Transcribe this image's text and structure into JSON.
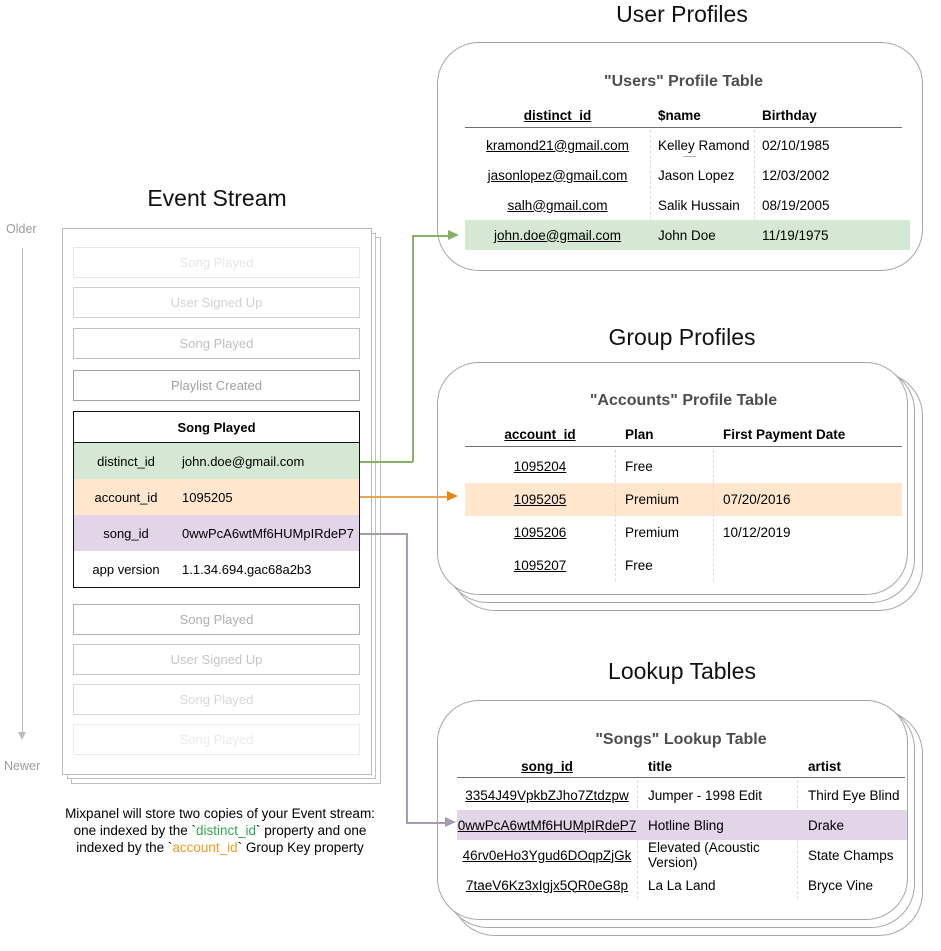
{
  "event_stream": {
    "title": "Event Stream",
    "older_label": "Older",
    "newer_label": "Newer",
    "events_before": [
      "Song Played",
      "User Signed Up",
      "Song Played",
      "Playlist Created"
    ],
    "events_after": [
      "Song Played",
      "User Signed Up",
      "Song Played",
      "Song Played"
    ],
    "expanded_event": {
      "title": "Song Played",
      "properties": [
        {
          "key": "distinct_id",
          "value": "john.doe@gmail.com",
          "highlight": "green"
        },
        {
          "key": "account_id",
          "value": "1095205",
          "highlight": "orange"
        },
        {
          "key": "song_id",
          "value": "0wwPcA6wtMf6HUMpIRdeP7",
          "highlight": "purple"
        },
        {
          "key": "app version",
          "value": "1.1.34.694.gac68a2b3",
          "highlight": "none"
        }
      ]
    }
  },
  "caption": {
    "line1": "Mixpanel will store two copies of your Event stream:",
    "line2_pre": "one indexed by the `",
    "line2_key": "distinct_id",
    "line2_post": "` property and one",
    "line3_pre": "indexed by the `",
    "line3_key": "account_id",
    "line3_post": "` Group Key property"
  },
  "user_profiles": {
    "section_title": "User Profiles",
    "table_title": "\"Users\" Profile Table",
    "columns": [
      "distinct_id",
      "$name",
      "Birthday"
    ],
    "rows": [
      [
        "kramond21@gmail.com",
        "Kelley Ramond",
        "02/10/1985"
      ],
      [
        "jasonlopez@gmail.com",
        "Jason Lopez",
        "12/03/2002"
      ],
      [
        "salh@gmail.com",
        "Salik Hussain",
        "08/19/2005"
      ],
      [
        "john.doe@gmail.com",
        "John Doe",
        "11/19/1975"
      ]
    ],
    "highlighted_row_index": 3
  },
  "group_profiles": {
    "section_title": "Group Profiles",
    "table_title": "\"Accounts\" Profile Table",
    "columns": [
      "account_id",
      "Plan",
      "First Payment Date"
    ],
    "rows": [
      [
        "1095204",
        "Free",
        ""
      ],
      [
        "1095205",
        "Premium",
        "07/20/2016"
      ],
      [
        "1095206",
        "Premium",
        "10/12/2019"
      ],
      [
        "1095207",
        "Free",
        ""
      ]
    ],
    "highlighted_row_index": 1
  },
  "lookup_tables": {
    "section_title": "Lookup Tables",
    "table_title": "\"Songs\" Lookup Table",
    "columns": [
      "song_id",
      "title",
      "artist"
    ],
    "rows": [
      [
        "3354J49VpkbZJho7Ztdzpw",
        "Jumper - 1998 Edit",
        "Third Eye Blind"
      ],
      [
        "0wwPcA6wtMf6HUMpIRdeP7",
        "Hotline Bling",
        "Drake"
      ],
      [
        "46rv0eHo3Ygud6DOqpZjGk",
        "Elevated (Acoustic Version)",
        "State Champs"
      ],
      [
        "7taeV6Kz3xIgjx5QR0eG8p",
        "La La Land",
        "Bryce Vine"
      ]
    ],
    "highlighted_row_index": 1
  },
  "colors": {
    "green_fill": "#d5e8d4",
    "green_stroke": "#82b366",
    "orange_fill": "#ffe6cc",
    "orange_stroke": "#e8890c",
    "purple_fill": "#e1d5e7",
    "purple_stroke": "#a69ab5",
    "caption_green": "#2fa84f",
    "caption_orange": "#f59a23"
  }
}
